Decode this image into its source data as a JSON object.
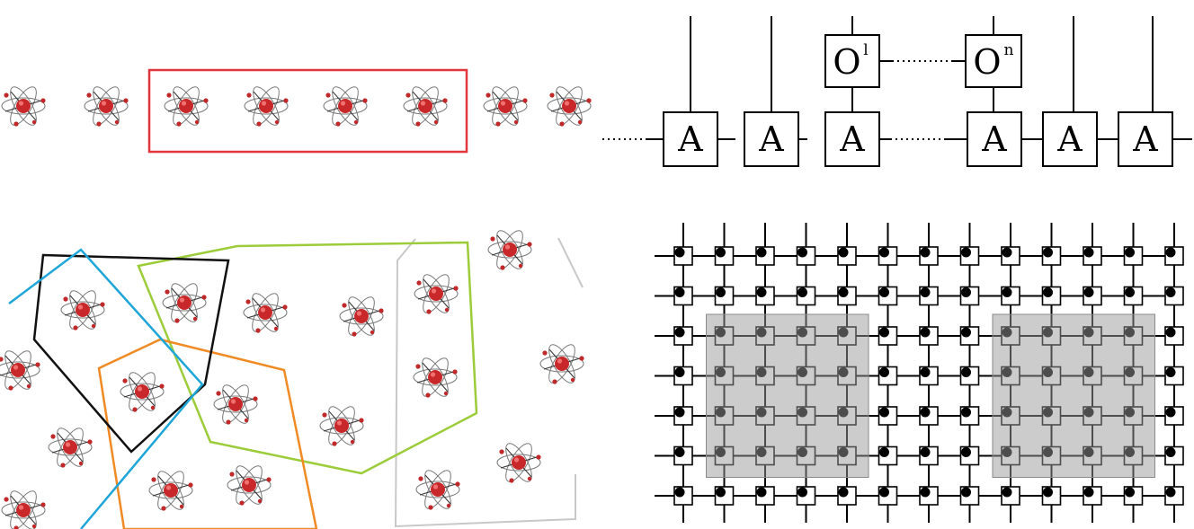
{
  "panels": {
    "chain_of_atoms": {
      "atom_count": 8,
      "block_color": "#e2363c",
      "block_atoms": 4
    },
    "mps_diagram": {
      "tensor_label": "A",
      "operator_label": "O",
      "operator_first_sup": "l",
      "operator_last_sup": "n"
    },
    "disordered_atoms": {
      "region_colors": {
        "black": "#111111",
        "blue": "#1ea6d9",
        "orange": "#f08a24",
        "green": "#9ccc3a",
        "gray": "#c8c8c8"
      }
    },
    "peps_lattice": {
      "rows": 7,
      "cols": 13,
      "shaded_blocks": 2,
      "shade_color": "#9a9a9a"
    }
  },
  "atom_style": {
    "nucleus": "#c8282a",
    "electron": "#c0282a",
    "orbit": "#7a7a7a"
  }
}
